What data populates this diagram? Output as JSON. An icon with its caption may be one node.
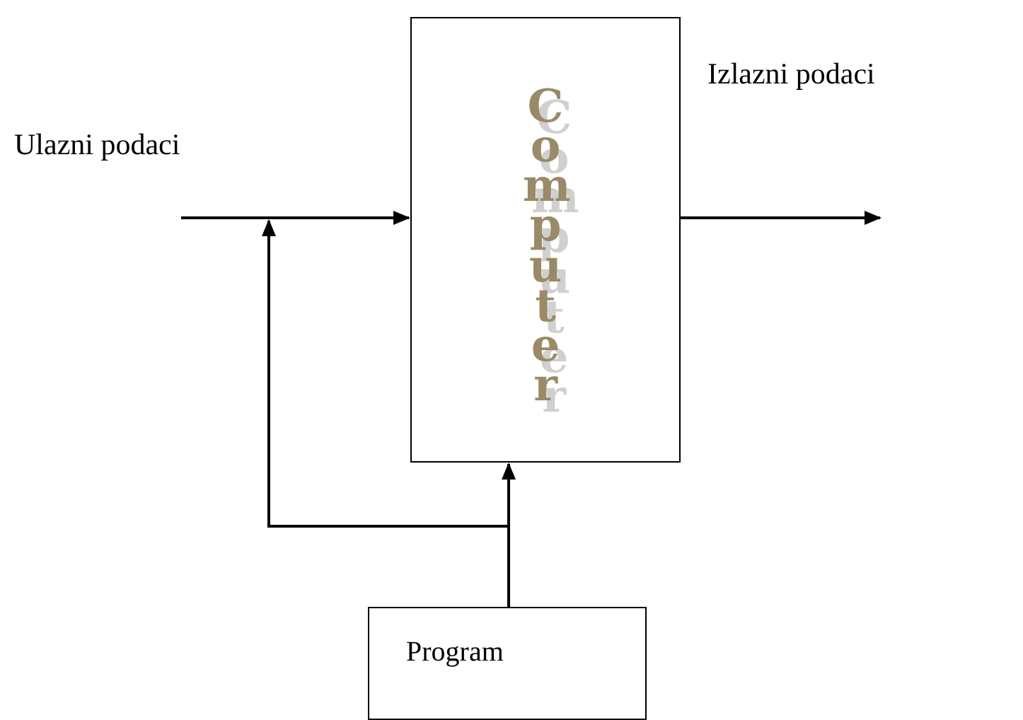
{
  "diagram": {
    "nodes": [
      {
        "text": [
          "Computer"
        ]
      },
      {
        "text": [
          "Program"
        ]
      }
    ],
    "edges": [
      {
        "from": null,
        "to": 0,
        "arrow": "to",
        "label": "Ulazni podaci"
      },
      {
        "from": 0,
        "to": null,
        "arrow": "to",
        "label": "Izlazni podaci"
      },
      {
        "from": 1,
        "to": 0,
        "arrow": "to"
      },
      {
        "from": 1,
        "to": null,
        "arrow": "to"
      }
    ]
  }
}
